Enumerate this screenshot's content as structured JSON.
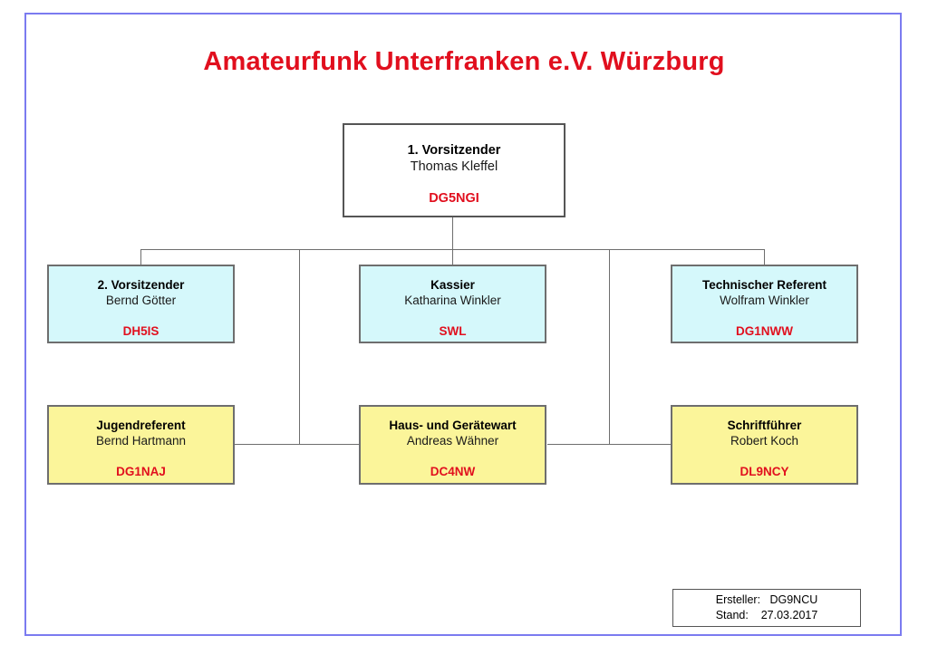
{
  "document": {
    "title": "Amateurfunk Unterfranken e.V. Würzburg",
    "frame_color": "#7b7bf0",
    "title_color": "#e10f1e",
    "callsign_color": "#e10f1e",
    "connector_color": "#6e6e6e"
  },
  "org_chart": {
    "type": "hierarchy",
    "levels": [
      {
        "level": 1,
        "fill": "#ffffff",
        "nodes": [
          {
            "role": "1. Vorsitzender",
            "name": "Thomas Kleffel",
            "callsign": "DG5NGI"
          }
        ]
      },
      {
        "level": 2,
        "fill": "#d5f8fb",
        "nodes": [
          {
            "role": "2. Vorsitzender",
            "name": "Bernd Götter",
            "callsign": "DH5IS"
          },
          {
            "role": "Kassier",
            "name": "Katharina Winkler",
            "callsign": "SWL"
          },
          {
            "role": "Technischer Referent",
            "name": "Wolfram Winkler",
            "callsign": "DG1NWW"
          }
        ]
      },
      {
        "level": 3,
        "fill": "#fbf59a",
        "nodes": [
          {
            "role": "Jugendreferent",
            "name": "Bernd Hartmann",
            "callsign": "DG1NAJ"
          },
          {
            "role": "Haus- und Gerätewart",
            "name": "Andreas Wähner",
            "callsign": "DC4NW"
          },
          {
            "role": "Schriftführer",
            "name": "Robert Koch",
            "callsign": "DL9NCY"
          }
        ]
      }
    ]
  },
  "footer": {
    "creator_line": "Ersteller:   DG9NCU",
    "date_line": "Stand:    27.03.2017"
  }
}
